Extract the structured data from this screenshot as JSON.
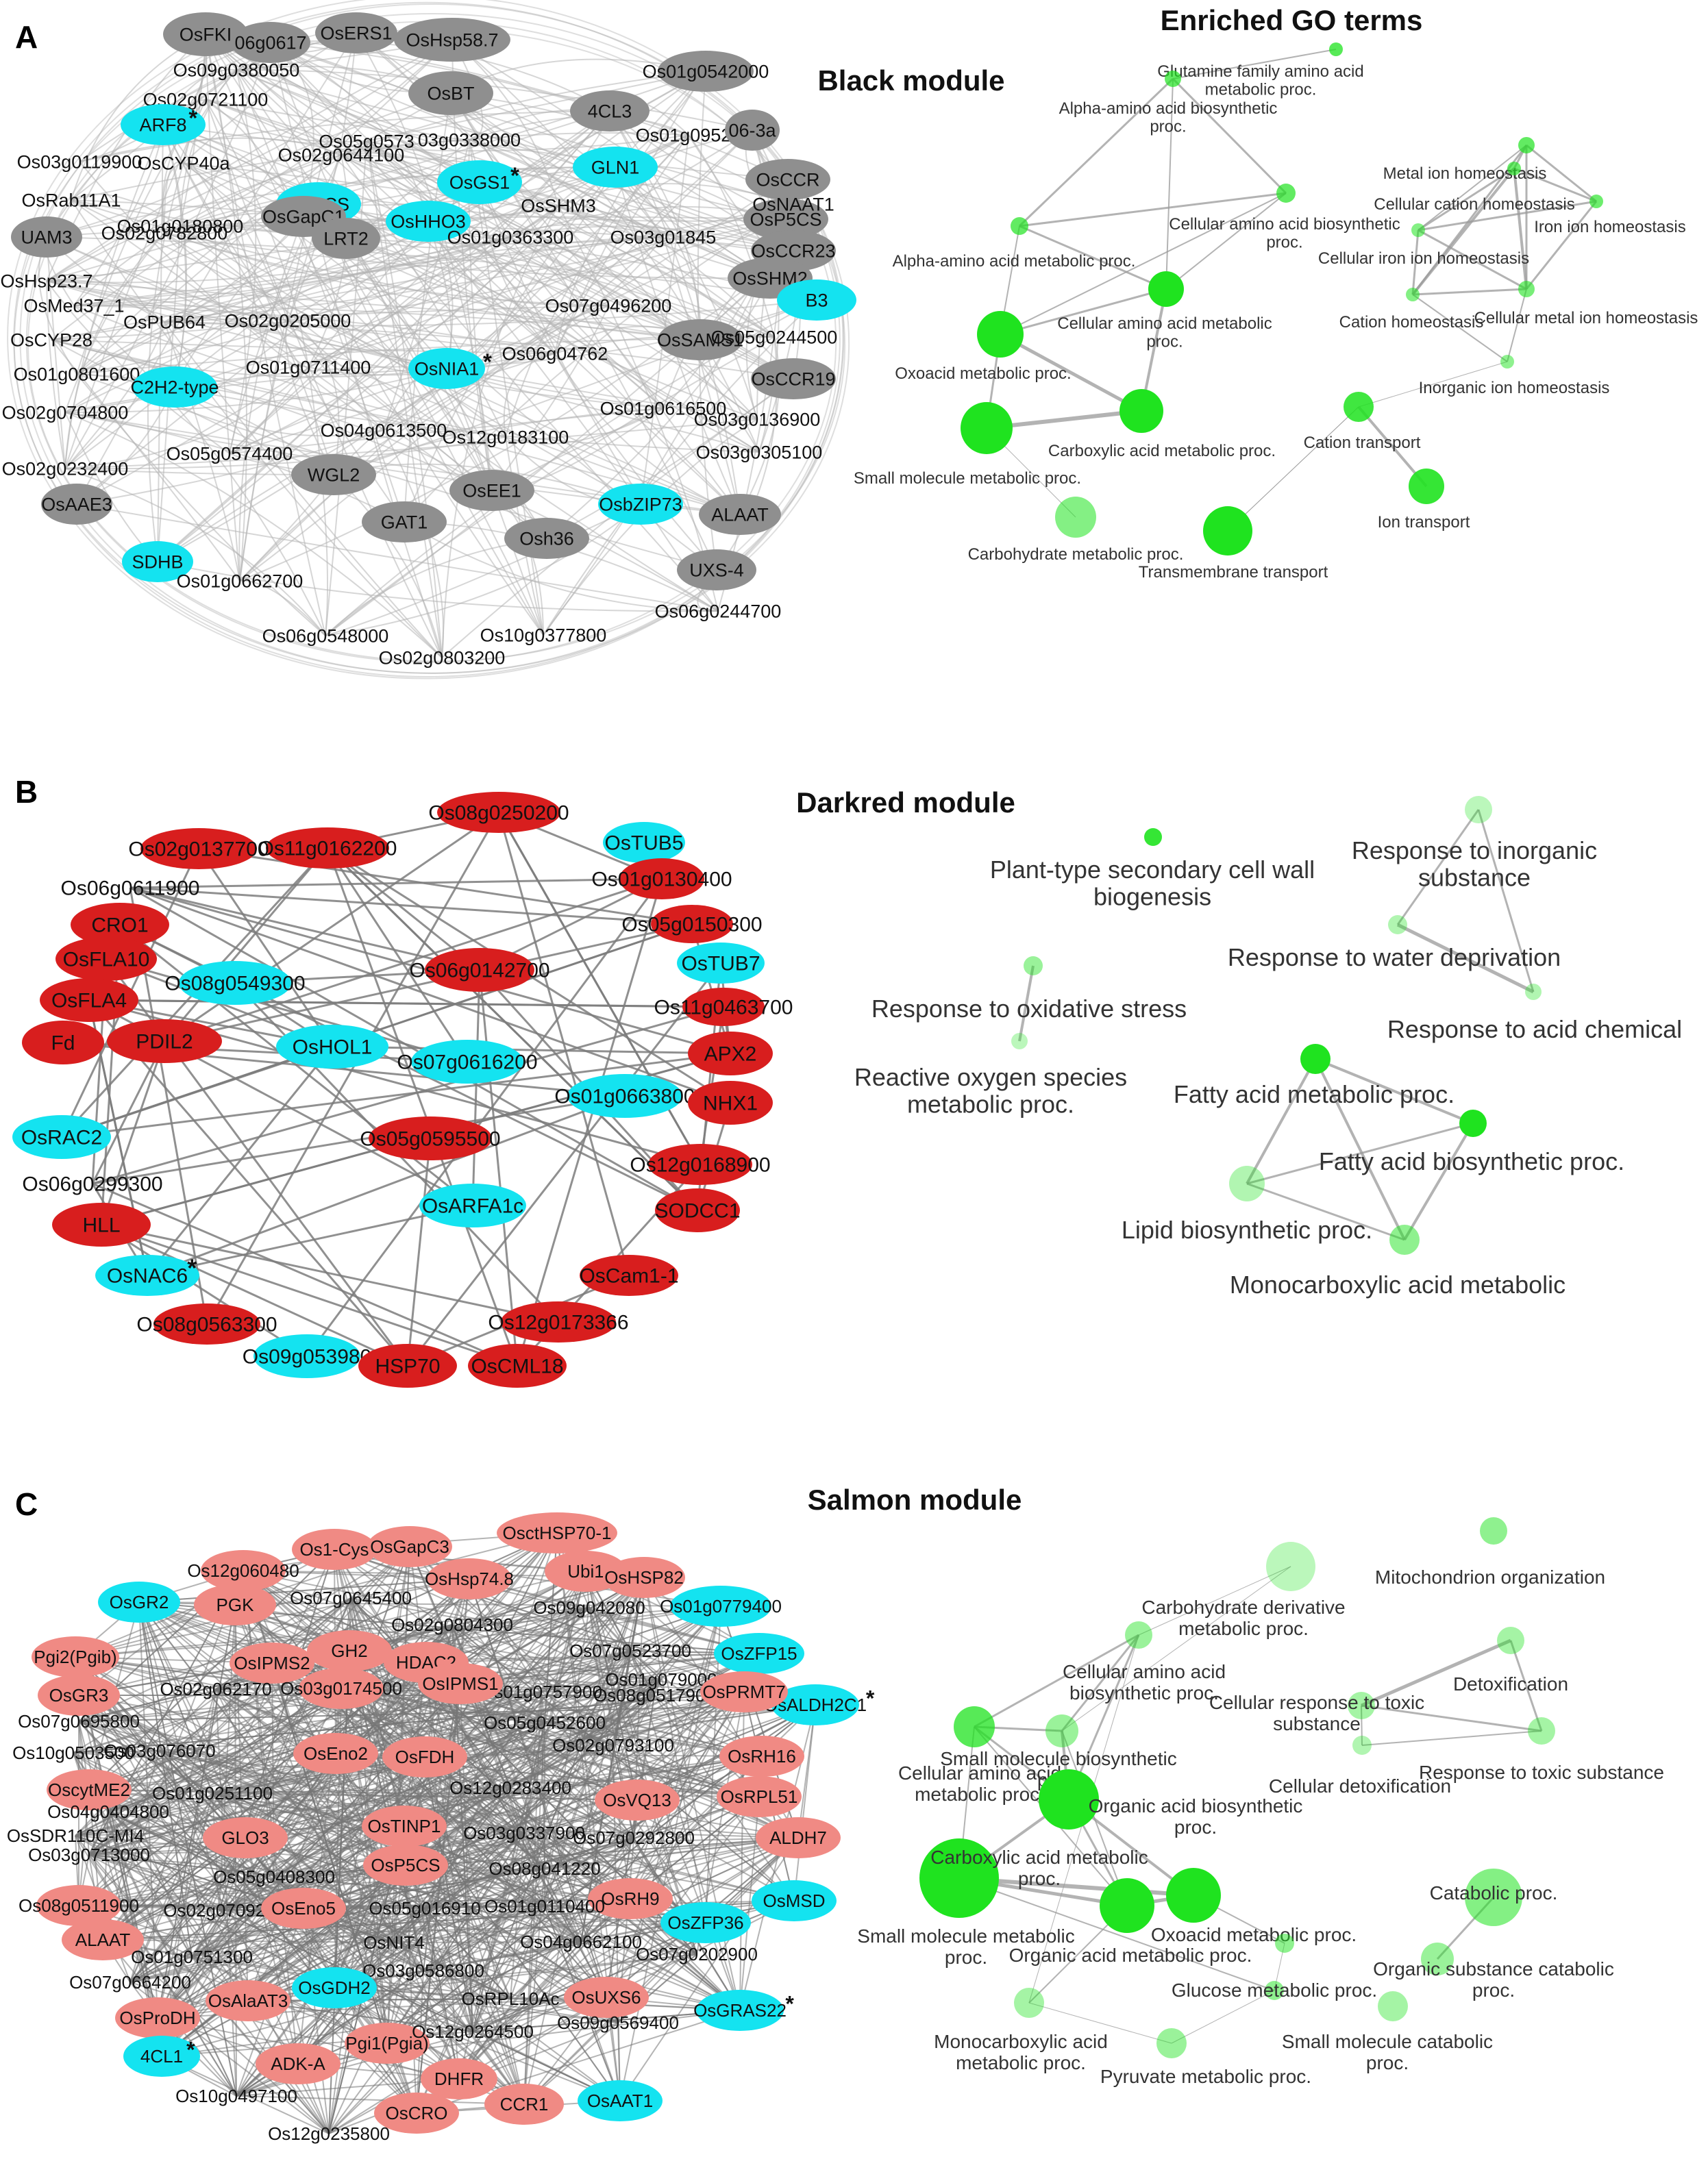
{
  "header_title": "Enriched GO terms",
  "colors": {
    "cyan": "#14e3f0",
    "grey": "#8f8f8f",
    "red": "#d81e1e",
    "salmon": "#f08a84",
    "go_node": "#1fe31f",
    "edge": "#8a8a8a"
  },
  "panels": [
    {
      "letter": "A",
      "module_title": "Black module",
      "network_nodes": [
        {
          "label": "OsFKI",
          "color": "grey"
        },
        {
          "label": "06g0617",
          "color": "grey"
        },
        {
          "label": "OsERS1",
          "color": "grey"
        },
        {
          "label": "OsHsp58.7",
          "color": "grey"
        },
        {
          "label": "Os09g0380050",
          "color": "grey"
        },
        {
          "label": "Os01g0542000",
          "color": "grey"
        },
        {
          "label": "Os02g0721100",
          "color": "grey"
        },
        {
          "label": "OsBT",
          "color": "grey"
        },
        {
          "label": "4CL3",
          "color": "grey"
        },
        {
          "label": "ARF8",
          "color": "cyan",
          "star": true
        },
        {
          "label": "Os02g0644100",
          "color": "grey"
        },
        {
          "label": "Os05g0573",
          "color": "grey"
        },
        {
          "label": "03g0338000",
          "color": "grey"
        },
        {
          "label": "Os01g09520",
          "color": "grey"
        },
        {
          "label": "06-3a",
          "color": "grey"
        },
        {
          "label": "Os03g0119900",
          "color": "grey"
        },
        {
          "label": "OsCYP40a",
          "color": "grey"
        },
        {
          "label": "OsGS1",
          "color": "cyan",
          "star": true
        },
        {
          "label": "GLN1",
          "color": "cyan"
        },
        {
          "label": "OsRab11A1",
          "color": "grey"
        },
        {
          "label": "OsACS",
          "color": "cyan"
        },
        {
          "label": "OsSHM3",
          "color": "grey"
        },
        {
          "label": "OsCCR",
          "color": "grey"
        },
        {
          "label": "OsP5CS",
          "color": "grey"
        },
        {
          "label": "OsNAAT1",
          "color": "grey"
        },
        {
          "label": "Os01g0180800",
          "color": "grey"
        },
        {
          "label": "UAM3",
          "color": "grey"
        },
        {
          "label": "OsGapC1",
          "color": "grey"
        },
        {
          "label": "OsHHO3",
          "color": "cyan"
        },
        {
          "label": "Os02g0782800",
          "color": "grey"
        },
        {
          "label": "LRT2",
          "color": "grey"
        },
        {
          "label": "Os01g0363300",
          "color": "grey"
        },
        {
          "label": "Os03g01845",
          "color": "grey"
        },
        {
          "label": "OsCCR23",
          "color": "grey"
        },
        {
          "label": "OsSHM2",
          "color": "grey"
        },
        {
          "label": "OsHsp23.7",
          "color": "grey"
        },
        {
          "label": "OsMed37_1",
          "color": "grey"
        },
        {
          "label": "B3",
          "color": "cyan"
        },
        {
          "label": "Os07g0496200",
          "color": "grey"
        },
        {
          "label": "OsPUB64",
          "color": "grey"
        },
        {
          "label": "Os02g0205000",
          "color": "grey"
        },
        {
          "label": "OsCYP28",
          "color": "grey"
        },
        {
          "label": "OsSAMS1",
          "color": "grey"
        },
        {
          "label": "Os05g0244500",
          "color": "grey"
        },
        {
          "label": "Os01g0801600",
          "color": "grey"
        },
        {
          "label": "Os01g0711400",
          "color": "grey"
        },
        {
          "label": "OsNIA1",
          "color": "cyan",
          "star": true
        },
        {
          "label": "Os06g04762",
          "color": "grey"
        },
        {
          "label": "OsCCR19",
          "color": "grey"
        },
        {
          "label": "C2H2-type",
          "color": "cyan"
        },
        {
          "label": "Os01g0616500",
          "color": "grey"
        },
        {
          "label": "Os02g0704800",
          "color": "grey"
        },
        {
          "label": "Os03g0136900",
          "color": "grey"
        },
        {
          "label": "Os04g0613500",
          "color": "grey"
        },
        {
          "label": "Os12g0183100",
          "color": "grey"
        },
        {
          "label": "Os05g0574400",
          "color": "grey"
        },
        {
          "label": "Os03g0305100",
          "color": "grey"
        },
        {
          "label": "Os02g0232400",
          "color": "grey"
        },
        {
          "label": "WGL2",
          "color": "grey"
        },
        {
          "label": "OsEE1",
          "color": "grey"
        },
        {
          "label": "OsAAE3",
          "color": "grey"
        },
        {
          "label": "OsbZIP73",
          "color": "cyan"
        },
        {
          "label": "ALAAT",
          "color": "grey"
        },
        {
          "label": "GAT1",
          "color": "grey"
        },
        {
          "label": "Osh36",
          "color": "grey"
        },
        {
          "label": "SDHB",
          "color": "cyan"
        },
        {
          "label": "UXS-4",
          "color": "grey"
        },
        {
          "label": "Os01g0662700",
          "color": "grey"
        },
        {
          "label": "Os06g0244700",
          "color": "grey"
        },
        {
          "label": "Os06g0548000",
          "color": "grey"
        },
        {
          "label": "Os10g0377800",
          "color": "grey"
        },
        {
          "label": "Os02g0803200",
          "color": "grey"
        }
      ],
      "go_terms": [
        {
          "label": "Glutamine family amino acid metabolic proc."
        },
        {
          "label": "Alpha-amino acid biosynthetic proc."
        },
        {
          "label": "Metal ion homeostasis"
        },
        {
          "label": "Cellular cation homeostasis"
        },
        {
          "label": "Iron ion homeostasis"
        },
        {
          "label": "Cellular amino acid biosynthetic proc."
        },
        {
          "label": "Cellular iron ion homeostasis"
        },
        {
          "label": "Alpha-amino acid metabolic proc."
        },
        {
          "label": "Cellular amino acid metabolic proc."
        },
        {
          "label": "Cation homeostasis"
        },
        {
          "label": "Cellular metal ion homeostasis"
        },
        {
          "label": "Oxoacid metabolic proc."
        },
        {
          "label": "Inorganic ion homeostasis"
        },
        {
          "label": "Cation transport"
        },
        {
          "label": "Carboxylic acid metabolic proc."
        },
        {
          "label": "Small molecule metabolic proc."
        },
        {
          "label": "Ion transport"
        },
        {
          "label": "Carbohydrate metabolic proc."
        },
        {
          "label": "Transmembrane transport"
        }
      ]
    },
    {
      "letter": "B",
      "module_title": "Darkred module",
      "network_nodes": [
        {
          "label": "Os11g0162200",
          "color": "red"
        },
        {
          "label": "Os08g0250200",
          "color": "red"
        },
        {
          "label": "Os02g0137700",
          "color": "red"
        },
        {
          "label": "OsTUB5",
          "color": "cyan"
        },
        {
          "label": "Os06g0611900",
          "color": "red"
        },
        {
          "label": "Os01g0130400",
          "color": "red"
        },
        {
          "label": "CRO1",
          "color": "red"
        },
        {
          "label": "Os05g0150300",
          "color": "red"
        },
        {
          "label": "OsFLA10",
          "color": "red"
        },
        {
          "label": "Os08g0549300",
          "color": "cyan"
        },
        {
          "label": "Os06g0142700",
          "color": "red"
        },
        {
          "label": "OsTUB7",
          "color": "cyan"
        },
        {
          "label": "Os11g0463700",
          "color": "red"
        },
        {
          "label": "OsFLA4",
          "color": "red"
        },
        {
          "label": "OsHOL1",
          "color": "cyan"
        },
        {
          "label": "Os07g0616200",
          "color": "cyan"
        },
        {
          "label": "Fd",
          "color": "red"
        },
        {
          "label": "PDIL2",
          "color": "red"
        },
        {
          "label": "APX2",
          "color": "red"
        },
        {
          "label": "Os01g0663800",
          "color": "cyan"
        },
        {
          "label": "NHX1",
          "color": "red"
        },
        {
          "label": "OsRAC2",
          "color": "cyan"
        },
        {
          "label": "Os05g0595500",
          "color": "red"
        },
        {
          "label": "Os12g0168900",
          "color": "red"
        },
        {
          "label": "Os06g0299300",
          "color": "red"
        },
        {
          "label": "OsARFA1c",
          "color": "cyan"
        },
        {
          "label": "SODCC1",
          "color": "red"
        },
        {
          "label": "HLL",
          "color": "red"
        },
        {
          "label": "OsNAC6",
          "color": "cyan",
          "star": true
        },
        {
          "label": "OsCam1-1",
          "color": "red"
        },
        {
          "label": "Os12g0173366",
          "color": "red"
        },
        {
          "label": "Os08g0563300",
          "color": "red"
        },
        {
          "label": "Os09g053980",
          "color": "cyan"
        },
        {
          "label": "HSP70",
          "color": "red"
        },
        {
          "label": "OsCML18",
          "color": "red"
        }
      ],
      "go_terms": [
        {
          "label": "Plant-type secondary cell wall biogenesis"
        },
        {
          "label": "Response to inorganic substance"
        },
        {
          "label": "Response to water deprivation"
        },
        {
          "label": "Response to oxidative stress"
        },
        {
          "label": "Response to acid chemical"
        },
        {
          "label": "Reactive oxygen species metabolic proc."
        },
        {
          "label": "Fatty acid metabolic proc."
        },
        {
          "label": "Fatty acid biosynthetic proc."
        },
        {
          "label": "Lipid biosynthetic proc."
        },
        {
          "label": "Monocarboxylic acid metabolic"
        }
      ]
    },
    {
      "letter": "C",
      "module_title": "Salmon module",
      "network_nodes": [
        {
          "label": "OsctHSP70-1",
          "color": "salmon"
        },
        {
          "label": "Os1-Cys",
          "color": "salmon"
        },
        {
          "label": "OsGapC3",
          "color": "salmon"
        },
        {
          "label": "Os12g060480",
          "color": "salmon"
        },
        {
          "label": "OsHsp74.8",
          "color": "salmon"
        },
        {
          "label": "Ubi1",
          "color": "salmon"
        },
        {
          "label": "OsHSP82",
          "color": "salmon"
        },
        {
          "label": "OsGR2",
          "color": "cyan"
        },
        {
          "label": "PGK",
          "color": "salmon"
        },
        {
          "label": "Os07g0645400",
          "color": "salmon"
        },
        {
          "label": "Os01g0779400",
          "color": "cyan"
        },
        {
          "label": "Os09g042080",
          "color": "salmon"
        },
        {
          "label": "Os02g0804300",
          "color": "salmon"
        },
        {
          "label": "OsZFP15",
          "color": "cyan"
        },
        {
          "label": "Pgi2(Pgib)",
          "color": "salmon"
        },
        {
          "label": "OsIPMS2",
          "color": "salmon"
        },
        {
          "label": "GH2",
          "color": "salmon"
        },
        {
          "label": "Os07g0523700",
          "color": "salmon"
        },
        {
          "label": "HDAC2",
          "color": "salmon"
        },
        {
          "label": "Os01g0757900",
          "color": "salmon"
        },
        {
          "label": "Os01g079000",
          "color": "salmon"
        },
        {
          "label": "OsALDH2C1",
          "color": "cyan",
          "star": true
        },
        {
          "label": "OsGR3",
          "color": "salmon"
        },
        {
          "label": "Os02g062170",
          "color": "salmon"
        },
        {
          "label": "Os03g0174500",
          "color": "salmon"
        },
        {
          "label": "OsIPMS1",
          "color": "salmon"
        },
        {
          "label": "Os08g0517900",
          "color": "salmon"
        },
        {
          "label": "OsPRMT7",
          "color": "salmon"
        },
        {
          "label": "Os07g0695800",
          "color": "salmon"
        },
        {
          "label": "Os05g0452600",
          "color": "salmon"
        },
        {
          "label": "Os10g0503500",
          "color": "salmon"
        },
        {
          "label": "Os03g076070",
          "color": "salmon"
        },
        {
          "label": "OsEno2",
          "color": "salmon"
        },
        {
          "label": "OsFDH",
          "color": "salmon"
        },
        {
          "label": "Os02g0793100",
          "color": "salmon"
        },
        {
          "label": "OsRH16",
          "color": "salmon"
        },
        {
          "label": "OscytME2",
          "color": "salmon"
        },
        {
          "label": "Os12g0283400",
          "color": "salmon"
        },
        {
          "label": "OsVQ13",
          "color": "salmon"
        },
        {
          "label": "OsRPL51",
          "color": "salmon"
        },
        {
          "label": "Os04g0404800",
          "color": "salmon"
        },
        {
          "label": "Os01g0251100",
          "color": "salmon"
        },
        {
          "label": "OsSDR110C-MI4",
          "color": "salmon"
        },
        {
          "label": "GLO3",
          "color": "salmon"
        },
        {
          "label": "OsTINP1",
          "color": "salmon"
        },
        {
          "label": "Os03g0337900",
          "color": "salmon"
        },
        {
          "label": "ALDH7",
          "color": "salmon"
        },
        {
          "label": "Os03g0713000",
          "color": "salmon"
        },
        {
          "label": "Os07g0292800",
          "color": "salmon"
        },
        {
          "label": "OsP5CS",
          "color": "salmon"
        },
        {
          "label": "Os08g041220",
          "color": "salmon"
        },
        {
          "label": "Os05g0408300",
          "color": "salmon"
        },
        {
          "label": "OsRH9",
          "color": "salmon"
        },
        {
          "label": "OsMSD",
          "color": "cyan"
        },
        {
          "label": "Os08g0511900",
          "color": "salmon"
        },
        {
          "label": "Os02g070920",
          "color": "salmon"
        },
        {
          "label": "OsEno5",
          "color": "salmon"
        },
        {
          "label": "Os05g016910",
          "color": "salmon"
        },
        {
          "label": "Os01g0110400",
          "color": "salmon"
        },
        {
          "label": "OsZFP36",
          "color": "cyan"
        },
        {
          "label": "ALAAT",
          "color": "salmon"
        },
        {
          "label": "OsNIT4",
          "color": "salmon"
        },
        {
          "label": "Os04g0662100",
          "color": "salmon"
        },
        {
          "label": "Os07g0202900",
          "color": "salmon"
        },
        {
          "label": "Os01g0751300",
          "color": "salmon"
        },
        {
          "label": "Os03g0586800",
          "color": "salmon"
        },
        {
          "label": "Os07g0664200",
          "color": "salmon"
        },
        {
          "label": "OsGDH2",
          "color": "cyan"
        },
        {
          "label": "OsRPL10Ac",
          "color": "salmon"
        },
        {
          "label": "OsUXS6",
          "color": "salmon"
        },
        {
          "label": "OsAlaAT3",
          "color": "salmon"
        },
        {
          "label": "OsGRAS22",
          "color": "cyan",
          "star": true
        },
        {
          "label": "OsProDH",
          "color": "salmon"
        },
        {
          "label": "Os09g0569400",
          "color": "salmon"
        },
        {
          "label": "Pgi1(Pgia)",
          "color": "salmon"
        },
        {
          "label": "Os12g0264500",
          "color": "salmon"
        },
        {
          "label": "4CL1",
          "color": "cyan",
          "star": true
        },
        {
          "label": "ADK-A",
          "color": "salmon"
        },
        {
          "label": "DHFR",
          "color": "salmon"
        },
        {
          "label": "CCR1",
          "color": "salmon"
        },
        {
          "label": "OsAAT1",
          "color": "cyan"
        },
        {
          "label": "Os10g0497100",
          "color": "salmon"
        },
        {
          "label": "OsCRO",
          "color": "salmon"
        },
        {
          "label": "Os12g0235800",
          "color": "salmon"
        }
      ],
      "go_terms": [
        {
          "label": "Mitochondrion organization"
        },
        {
          "label": "Carbohydrate derivative metabolic proc."
        },
        {
          "label": "Cellular amino acid biosynthetic proc."
        },
        {
          "label": "Detoxification"
        },
        {
          "label": "Cellular response to toxic substance"
        },
        {
          "label": "Small molecule biosynthetic proc."
        },
        {
          "label": "Cellular amino acid metabolic proc."
        },
        {
          "label": "Response to toxic substance"
        },
        {
          "label": "Organic acid biosynthetic proc."
        },
        {
          "label": "Cellular detoxification"
        },
        {
          "label": "Carboxylic acid metabolic proc."
        },
        {
          "label": "Catabolic proc."
        },
        {
          "label": "Small molecule metabolic proc."
        },
        {
          "label": "Oxoacid metabolic proc."
        },
        {
          "label": "Organic acid metabolic proc."
        },
        {
          "label": "Organic substance catabolic proc."
        },
        {
          "label": "Glucose metabolic proc."
        },
        {
          "label": "Small molecule catabolic proc."
        },
        {
          "label": "Monocarboxylic acid metabolic proc."
        },
        {
          "label": "Pyruvate metabolic proc."
        }
      ]
    }
  ]
}
